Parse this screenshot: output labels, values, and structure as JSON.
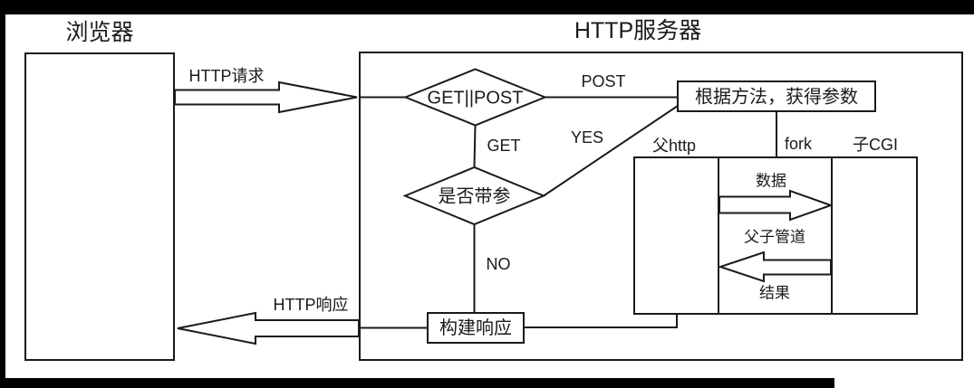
{
  "diagram": {
    "titles": {
      "browser": "浏览器",
      "server": "HTTP服务器"
    },
    "nodes": {
      "decision_method": "GET||POST",
      "decision_params": "是否带参",
      "get_parameters": "根据方法，获得参数",
      "build_response": "构建响应",
      "parent_http": "父http",
      "child_cgi": "子CGI"
    },
    "edges": {
      "http_request": "HTTP请求",
      "http_response": "HTTP响应",
      "post": "POST",
      "get": "GET",
      "yes": "YES",
      "no": "NO",
      "fork": "fork",
      "data": "数据",
      "pipe": "父子管道",
      "result": "结果"
    },
    "colors": {
      "line": "#1a1a1a",
      "frame": "#000000",
      "background": "#ffffff"
    }
  }
}
